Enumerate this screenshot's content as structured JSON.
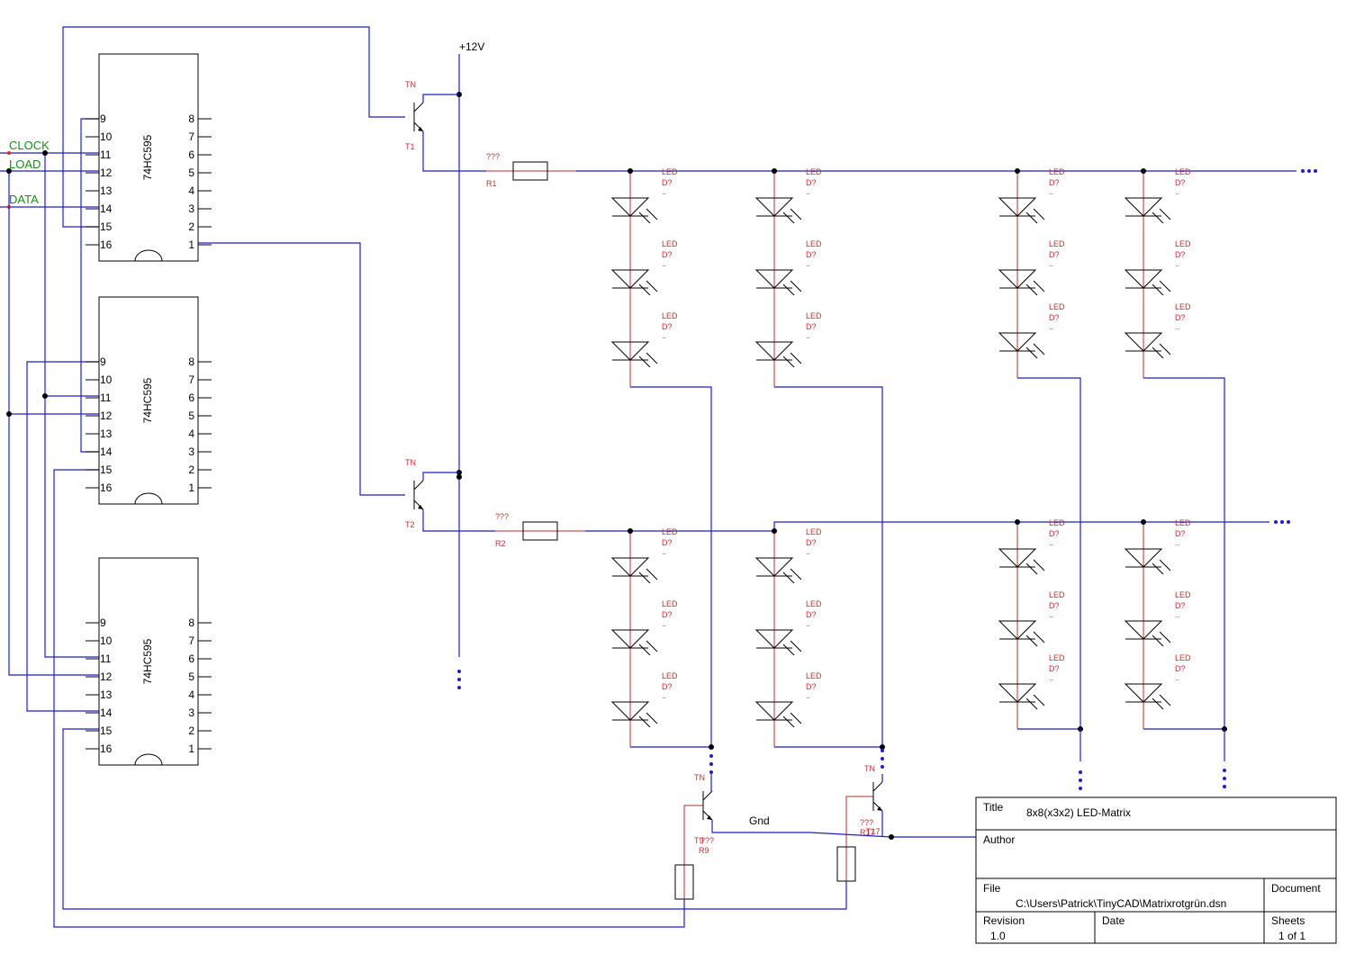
{
  "chips": [
    {
      "name": "74HC595",
      "left_pins": [
        "9",
        "10",
        "11",
        "12",
        "13",
        "14",
        "15",
        "16"
      ],
      "right_pins": [
        "8",
        "7",
        "6",
        "5",
        "4",
        "3",
        "2",
        "1"
      ]
    },
    {
      "name": "74HC595",
      "left_pins": [
        "9",
        "10",
        "11",
        "12",
        "13",
        "14",
        "15",
        "16"
      ],
      "right_pins": [
        "8",
        "7",
        "6",
        "5",
        "4",
        "3",
        "2",
        "1"
      ]
    },
    {
      "name": "74HC595",
      "left_pins": [
        "9",
        "10",
        "11",
        "12",
        "13",
        "14",
        "15",
        "16"
      ],
      "right_pins": [
        "8",
        "7",
        "6",
        "5",
        "4",
        "3",
        "2",
        "1"
      ]
    }
  ],
  "inputs": [
    "CLOCK",
    "LOAD",
    "DATA"
  ],
  "supply_label": "+12V",
  "ground_label": "Gnd",
  "transistors": [
    {
      "type": "TN",
      "name": "T1"
    },
    {
      "type": "TN",
      "name": "T2"
    },
    {
      "type": "TN",
      "name": "T9"
    },
    {
      "type": "TN",
      "name": "T17"
    }
  ],
  "resistors": [
    {
      "value": "???",
      "name": "R1"
    },
    {
      "value": "???",
      "name": "R2"
    },
    {
      "value": "???",
      "name": "R9"
    },
    {
      "value": "???",
      "name": "R17"
    }
  ],
  "led": {
    "type": "LED",
    "name": "D?",
    "value": ".."
  },
  "continuation_mark": "...",
  "title_block": {
    "title_label": "Title",
    "title_value": "8x8(x3x2) LED-Matrix",
    "author_label": "Author",
    "author_value": "",
    "file_label": "File",
    "file_value": "C:\\Users\\Patrick\\TinyCAD\\Matrixrotgrün.dsn",
    "document_label": "Document",
    "revision_label": "Revision",
    "revision_value": "1.0",
    "date_label": "Date",
    "date_value": "",
    "sheets_label": "Sheets",
    "sheets_value": "1 of 1"
  },
  "colors": {
    "wire": "#1f1fc8",
    "component": "#000000",
    "attribute": "#c03030",
    "net_label": "#1a8a1a",
    "background": "#ffffff"
  }
}
